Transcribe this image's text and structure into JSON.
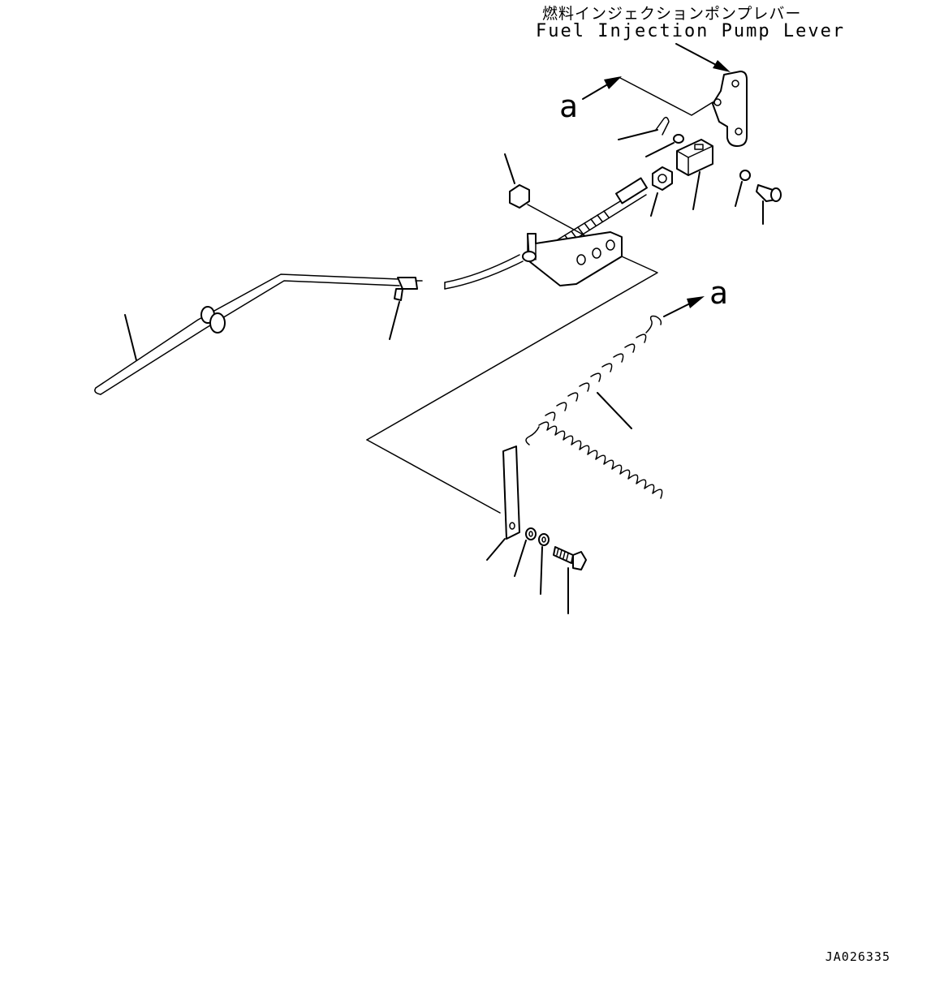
{
  "labels": {
    "title_jp": "燃料インジェクションポンプレバー",
    "title_en": "Fuel Injection Pump Lever",
    "ref_a_top": "a",
    "ref_a_spring": "a",
    "drawing_id": "JA026335"
  }
}
